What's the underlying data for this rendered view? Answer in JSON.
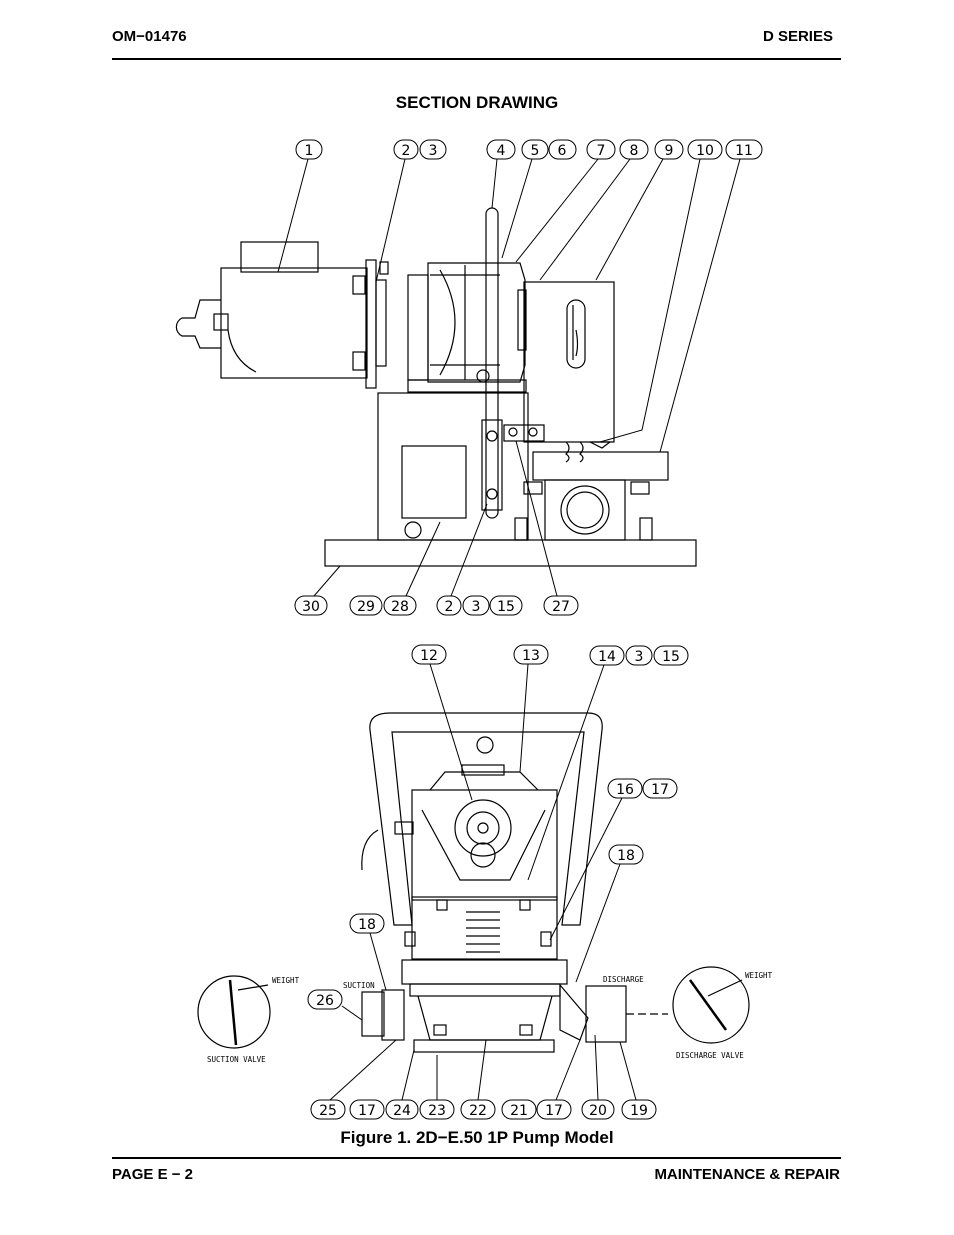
{
  "header": {
    "left": "OM−01476",
    "right": "D SERIES"
  },
  "section_title": "SECTION DRAWING",
  "figure_caption": "Figure 1.  2D−E.50 1P Pump Model",
  "footer": {
    "left": "PAGE E − 2",
    "right": "MAINTENANCE & REPAIR"
  },
  "drawing_labels": {
    "suction": "SUCTION",
    "discharge": "DISCHARGE",
    "weight_left": "WEIGHT",
    "weight_right": "WEIGHT",
    "suction_valve": "SUCTION VALVE",
    "discharge_valve": "DISCHARGE VALVE"
  },
  "callouts_top": [
    "1",
    "2",
    "3",
    "4",
    "5",
    "6",
    "7",
    "8",
    "9",
    "10",
    "11"
  ],
  "callouts_mid": [
    "30",
    "29",
    "28",
    "2",
    "3",
    "15",
    "27"
  ],
  "callouts_lower_top": [
    "12",
    "13",
    "14",
    "3",
    "15"
  ],
  "callouts_side": [
    "16",
    "17",
    "18",
    "18",
    "26"
  ],
  "callouts_bottom": [
    "25",
    "17",
    "24",
    "23",
    "22",
    "21",
    "17",
    "20",
    "19"
  ]
}
